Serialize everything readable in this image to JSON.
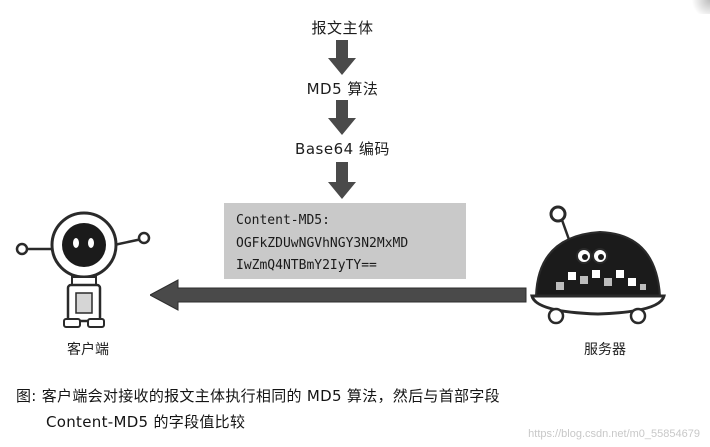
{
  "flow": {
    "step1": "报文主体",
    "step2": "MD5 算法",
    "step3": "Base64 编码"
  },
  "header": {
    "line1": "Content-MD5:",
    "line2": "OGFkZDUwNGVhNGY3N2MxMD",
    "line3": "IwZmQ4NTBmY2IyTY=="
  },
  "nodes": {
    "client_label": "客户端",
    "server_label": "服务器"
  },
  "caption": {
    "line1": "图: 客户端会对接收的报文主体执行相同的 MD5 算法，然后与首部字段",
    "line2": "Content-MD5 的字段值比较"
  },
  "watermark": "https://blog.csdn.net/m0_55854679",
  "colors": {
    "arrow": "#4a4a4a",
    "header_bg": "#c9c9c9",
    "screen": "#1b1b1b"
  }
}
